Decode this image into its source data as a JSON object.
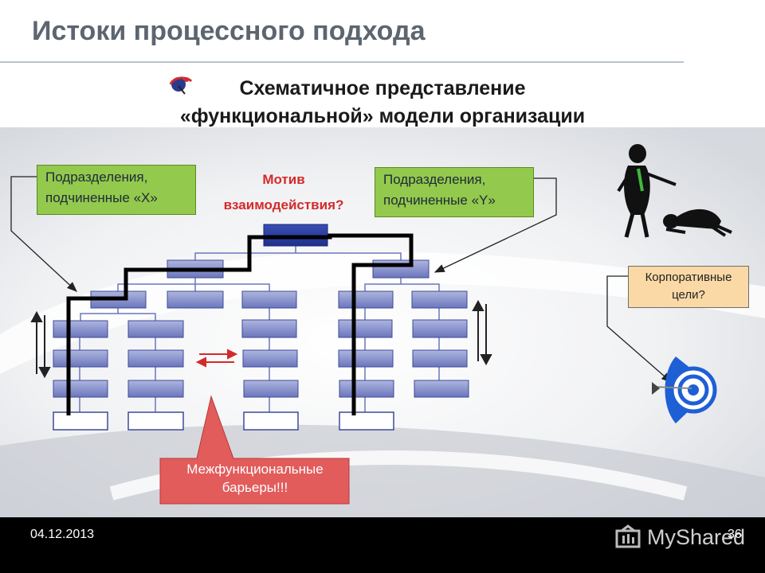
{
  "title": "Истоки процессного подхода",
  "subtitle_line1": "Схематичное представление",
  "subtitle_line2": "«функциональной» модели организации",
  "box_x": {
    "line1": "Подразделения,",
    "line2": "подчиненные «X»"
  },
  "box_y": {
    "line1": "Подразделения,",
    "line2": "подчиненные «Y»"
  },
  "motive": {
    "line1": "Мотив",
    "line2": "взаимодействия?"
  },
  "goals": {
    "line1": "Корпоративные",
    "line2": "цели?"
  },
  "barriers": {
    "line1": "Межфункциональные",
    "line2": "барьеры!!!"
  },
  "footer": {
    "date": "04.12.2013",
    "page": "36",
    "brand": "MyShared"
  },
  "colors": {
    "org_box": "#6b7ac0",
    "green_box": "#93c94c",
    "goals_box": "#fbd9a6",
    "callout": "#e25c5c",
    "motive_text": "#d42a2a"
  },
  "icons": [
    "logo-icon",
    "boss-figure-icon",
    "bowing-figure-icon",
    "target-icon",
    "myshared-logo-icon"
  ]
}
